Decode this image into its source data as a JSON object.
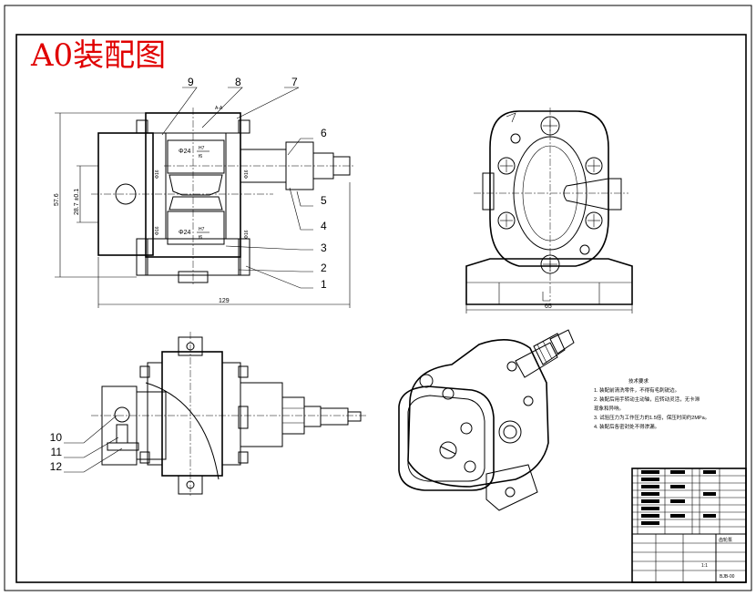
{
  "title": "A0装配图",
  "section_label": "A-A",
  "part_labels": [
    "1",
    "2",
    "3",
    "4",
    "5",
    "6",
    "7",
    "8",
    "9",
    "10",
    "11",
    "12"
  ],
  "dimensions": {
    "width_main": "129",
    "height_main": "57.6",
    "bore_offset": "28.7 ±0.1",
    "width_side": "65",
    "fit_top": "Φ24",
    "fit_bottom": "Φ24",
    "fit_h": "H7",
    "fit_f": "f6",
    "shaft_1": "Φ16",
    "shaft_2": "Φ16",
    "shaft_3": "Φ16",
    "shaft_4": "Φ16"
  },
  "tech_notes": {
    "heading": "技术要求",
    "items": [
      "1. 装配前清洗零件，不得有毛刺锐边。",
      "2. 装配后用手转动主动轴，应转动灵活，无卡滞",
      "   现象和异响。",
      "3. 试验压力为工作压力的1.5倍，保压时间约2MPa。",
      "4. 装配后各密封处不得渗漏。"
    ]
  },
  "title_block": {
    "drawing_name": "齿轮泵",
    "scale": "1:1",
    "drawing_no": "BJB-00"
  }
}
